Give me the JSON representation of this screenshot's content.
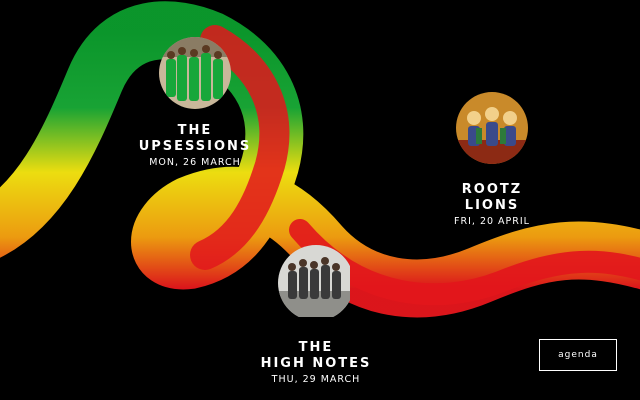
{
  "events": [
    {
      "title": "THE\nUPSESSIONS",
      "date": "MON, 26 MARCH",
      "photo_icon": "band-photo-upsessions"
    },
    {
      "title": "ROOTZ\nLIONS",
      "date": "FRI, 20 APRIL",
      "photo_icon": "religious-art-rootz-lions"
    },
    {
      "title": "THE\nHIGH NOTES",
      "date": "THU, 29 MARCH",
      "photo_icon": "band-photo-high-notes"
    }
  ],
  "agenda_label": "agenda",
  "colors": {
    "background": "#000000",
    "red": "#e2161c",
    "yellow": "#f3e410",
    "green": "#0e9a35"
  }
}
